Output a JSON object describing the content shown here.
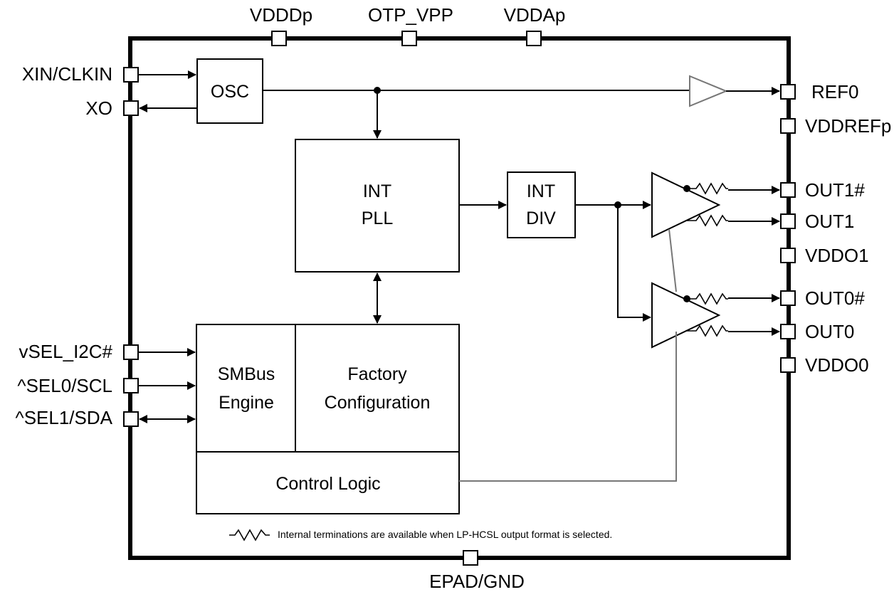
{
  "top_pins": [
    "VDDDp",
    "OTP_VPP",
    "VDDAp"
  ],
  "left_pins": [
    "XIN/CLKIN",
    "XO",
    "vSEL_I2C#",
    "^SEL0/SCL",
    "^SEL1/SDA"
  ],
  "right_pins": [
    "REF0",
    "VDDREFp",
    "OUT1#",
    "OUT1",
    "VDDO1",
    "OUT0#",
    "OUT0",
    "VDDO0"
  ],
  "bottom_pin": "EPAD/GND",
  "blocks": {
    "osc": "OSC",
    "pll_line1": "INT",
    "pll_line2": "PLL",
    "div_line1": "INT",
    "div_line2": "DIV",
    "smbus_line1": "SMBus",
    "smbus_line2": "Engine",
    "factory_line1": "Factory",
    "factory_line2": "Configuration",
    "control": "Control Logic"
  },
  "legend": "Internal terminations are available when LP-HCSL output format is selected."
}
